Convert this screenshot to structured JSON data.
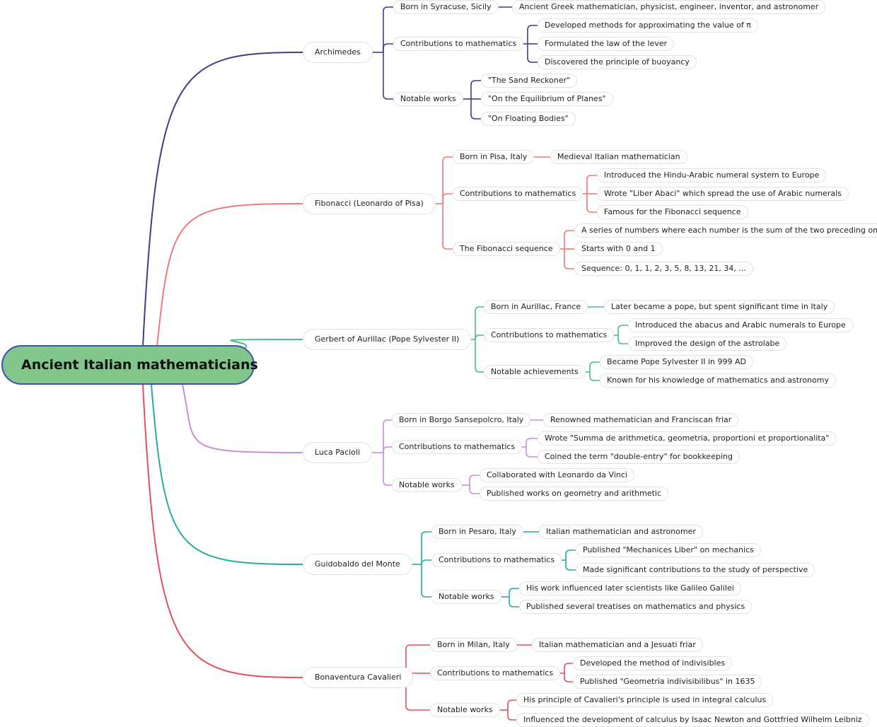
{
  "root": "Ancient Italian mathematicians",
  "branch_colors": [
    "#3d3f87",
    "#f07a7a",
    "#4dbb8a",
    "#c88ed8",
    "#2aa9a1",
    "#e0525f"
  ],
  "branches": [
    {
      "label": "Archimedes",
      "children": [
        {
          "label": "Born in Syracuse, Sicily",
          "children": [
            "Ancient Greek mathematician, physicist, engineer, inventor, and astronomer"
          ]
        },
        {
          "label": "Contributions to mathematics",
          "children": [
            "Developed methods for approximating the value of π",
            "Formulated the law of the lever",
            "Discovered the principle of buoyancy"
          ]
        },
        {
          "label": "Notable works",
          "children": [
            "\"The Sand Reckoner\"",
            "\"On the Equilibrium of Planes\"",
            "\"On Floating Bodies\""
          ]
        }
      ]
    },
    {
      "label": "Fibonacci (Leonardo of Pisa)",
      "children": [
        {
          "label": "Born in Pisa, Italy",
          "children": [
            "Medieval Italian mathematician"
          ]
        },
        {
          "label": "Contributions to mathematics",
          "children": [
            "Introduced the Hindu-Arabic numeral system to Europe",
            "Wrote \"Liber Abaci\" which spread the use of Arabic numerals",
            "Famous for the Fibonacci sequence"
          ]
        },
        {
          "label": "The Fibonacci sequence",
          "children": [
            "A series of numbers where each number is the sum of the two preceding ones",
            "Starts with 0 and 1",
            "Sequence: 0, 1, 1, 2, 3, 5, 8, 13, 21, 34, ..."
          ]
        }
      ]
    },
    {
      "label": "Gerbert of Aurillac (Pope Sylvester II)",
      "children": [
        {
          "label": "Born in Aurillac, France",
          "children": [
            "Later became a pope, but spent significant time in Italy"
          ]
        },
        {
          "label": "Contributions to mathematics",
          "children": [
            "Introduced the abacus and Arabic numerals to Europe",
            "Improved the design of the astrolabe"
          ]
        },
        {
          "label": "Notable achievements",
          "children": [
            "Became Pope Sylvester II in 999 AD",
            "Known for his knowledge of mathematics and astronomy"
          ]
        }
      ]
    },
    {
      "label": "Luca Pacioli",
      "children": [
        {
          "label": "Born in Borgo Sansepolcro, Italy",
          "children": [
            "Renowned mathematician and Franciscan friar"
          ]
        },
        {
          "label": "Contributions to mathematics",
          "children": [
            "Wrote \"Summa de arithmetica, geometria, proportioni et proportionalita\"",
            "Coined the term \"double-entry\" for bookkeeping"
          ]
        },
        {
          "label": "Notable works",
          "children": [
            "Collaborated with Leonardo da Vinci",
            "Published works on geometry and arithmetic"
          ]
        }
      ]
    },
    {
      "label": "Guidobaldo del Monte",
      "children": [
        {
          "label": "Born in Pesaro, Italy",
          "children": [
            "Italian mathematician and astronomer"
          ]
        },
        {
          "label": "Contributions to mathematics",
          "children": [
            "Published \"Mechanices Liber\" on mechanics",
            "Made significant contributions to the study of perspective"
          ]
        },
        {
          "label": "Notable works",
          "children": [
            "His work influenced later scientists like Galileo Galilei",
            "Published several treatises on mathematics and physics"
          ]
        }
      ]
    },
    {
      "label": "Bonaventura Cavalieri",
      "children": [
        {
          "label": "Born in Milan, Italy",
          "children": [
            "Italian mathematician and a Jesuati friar"
          ]
        },
        {
          "label": "Contributions to mathematics",
          "children": [
            "Developed the method of indivisibles",
            "Published \"Geometria indivisibilibus\" in 1635"
          ]
        },
        {
          "label": "Notable works",
          "children": [
            "His principle of Cavalieri's principle is used in integral calculus",
            "Influenced the development of calculus by Isaac Newton and Gottfried Wilhelm Leibniz"
          ]
        }
      ]
    }
  ]
}
